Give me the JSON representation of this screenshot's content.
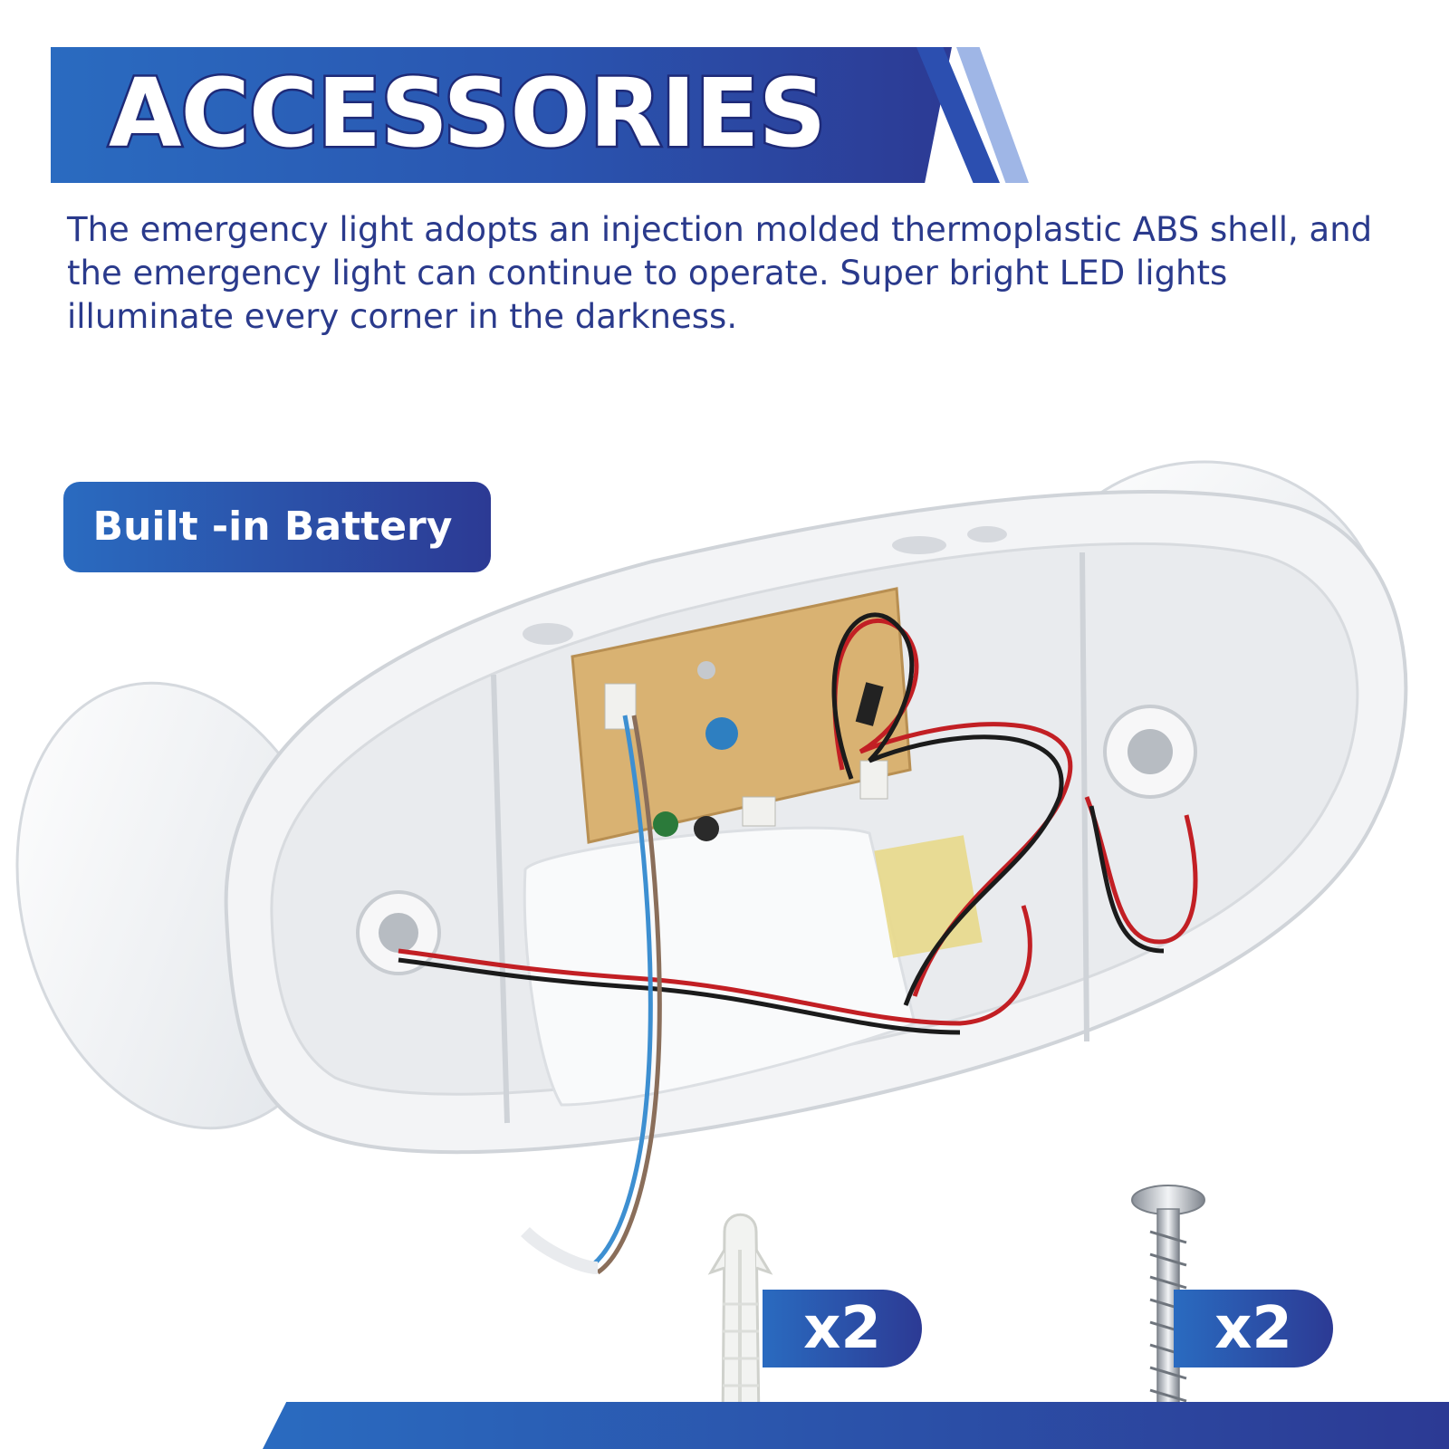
{
  "header": {
    "title": "ACCESSORIES"
  },
  "description": "The emergency light adopts an injection molded thermoplastic ABS shell, and the emergency light can continue to operate. Super bright LED lights illuminate every corner in the darkness.",
  "callout": {
    "label": "Built -in Battery"
  },
  "accessories": [
    {
      "name": "anchor",
      "quantity": "x2"
    },
    {
      "name": "screw",
      "quantity": "x2"
    }
  ],
  "colors": {
    "brand_blue": "#2a6bc0",
    "brand_navy": "#2c3a94",
    "text_blue": "#2a3a8c"
  }
}
